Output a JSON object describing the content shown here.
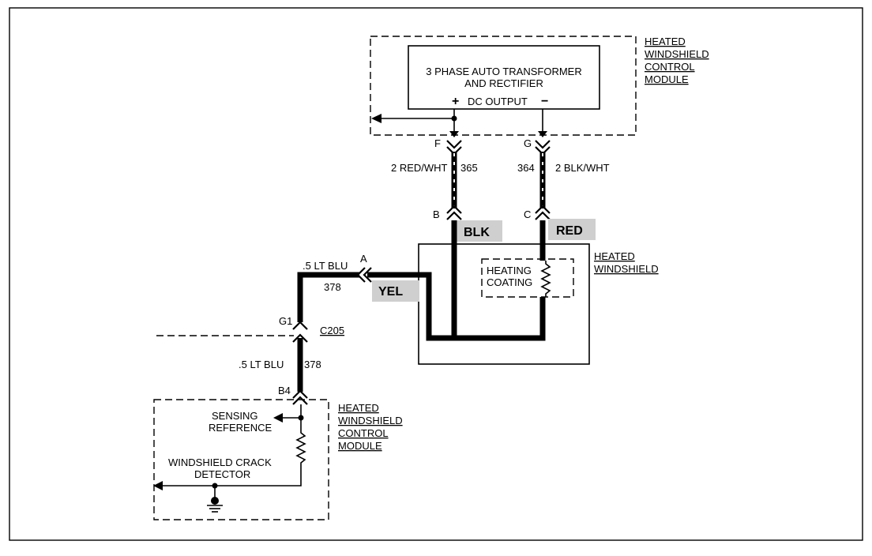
{
  "control_module_top": {
    "title": "HEATED WINDSHIELD CONTROL MODULE",
    "title_lines": [
      "HEATED",
      "WINDSHIELD",
      "CONTROL",
      "MODULE"
    ],
    "transformer_line1": "3 PHASE AUTO TRANSFORMER",
    "transformer_line2": "AND RECTIFIER",
    "plus_symbol": "+",
    "dc_output": "DC OUTPUT",
    "minus_symbol": "−"
  },
  "connectors": {
    "f": "F",
    "g": "G",
    "b": "B",
    "c": "C",
    "a": "A",
    "g1": "G1",
    "b4": "B4",
    "c205": "C205"
  },
  "wires": {
    "red_wht_label": "2 RED/WHT",
    "red_wht_circuit": "365",
    "blk_wht_circuit": "364",
    "blk_wht_label": "2 BLK/WHT",
    "lt_blu_upper_label": ".5 LT BLU",
    "lt_blu_upper_circuit": "378",
    "lt_blu_lower_label": ".5 LT BLU",
    "lt_blu_lower_circuit": "378"
  },
  "wire_tags": {
    "blk": "BLK",
    "red": "RED",
    "yel": "YEL"
  },
  "heated_windshield": {
    "title_lines": [
      "HEATED",
      "WINDSHIELD"
    ],
    "coating_line1": "HEATING",
    "coating_line2": "COATING"
  },
  "control_module_bottom": {
    "title_lines": [
      "HEATED",
      "WINDSHIELD",
      "CONTROL",
      "MODULE"
    ],
    "sensing_line1": "SENSING",
    "sensing_line2": "REFERENCE",
    "crack_line1": "WINDSHIELD CRACK",
    "crack_line2": "DETECTOR"
  }
}
